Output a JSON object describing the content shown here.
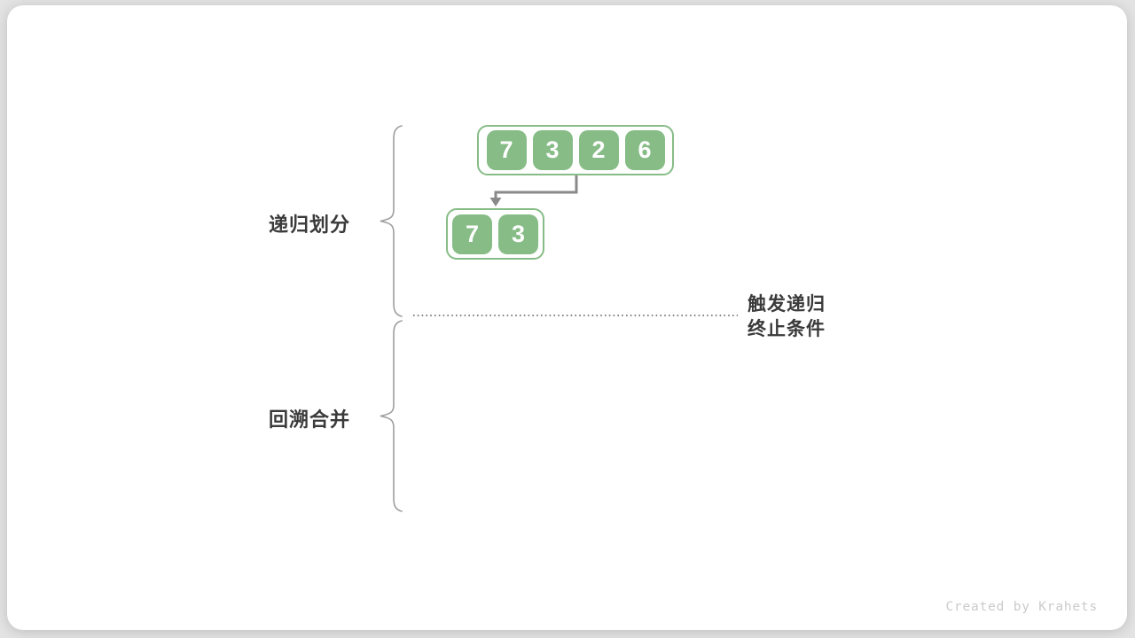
{
  "diagram": {
    "section_labels": [
      {
        "label": "递归划分"
      },
      {
        "label": "回溯合并"
      }
    ],
    "annotation": "触发递归\n终止条件",
    "arrays": {
      "top": [
        "7",
        "3",
        "2",
        "6"
      ],
      "sub": [
        "7",
        "3"
      ]
    }
  },
  "watermark": "Created by Krahets",
  "colors": {
    "box_green": "#87bc87",
    "arrow_gray": "#8a8a8a",
    "brace_gray": "#9e9e9e",
    "dotted_line_gray": "#5a5a5a",
    "label_dark": "#3a3a3a",
    "watermark_gray": "#cbcbcb",
    "card_background": "#ffffff",
    "page_background": "#e3e3e3"
  }
}
